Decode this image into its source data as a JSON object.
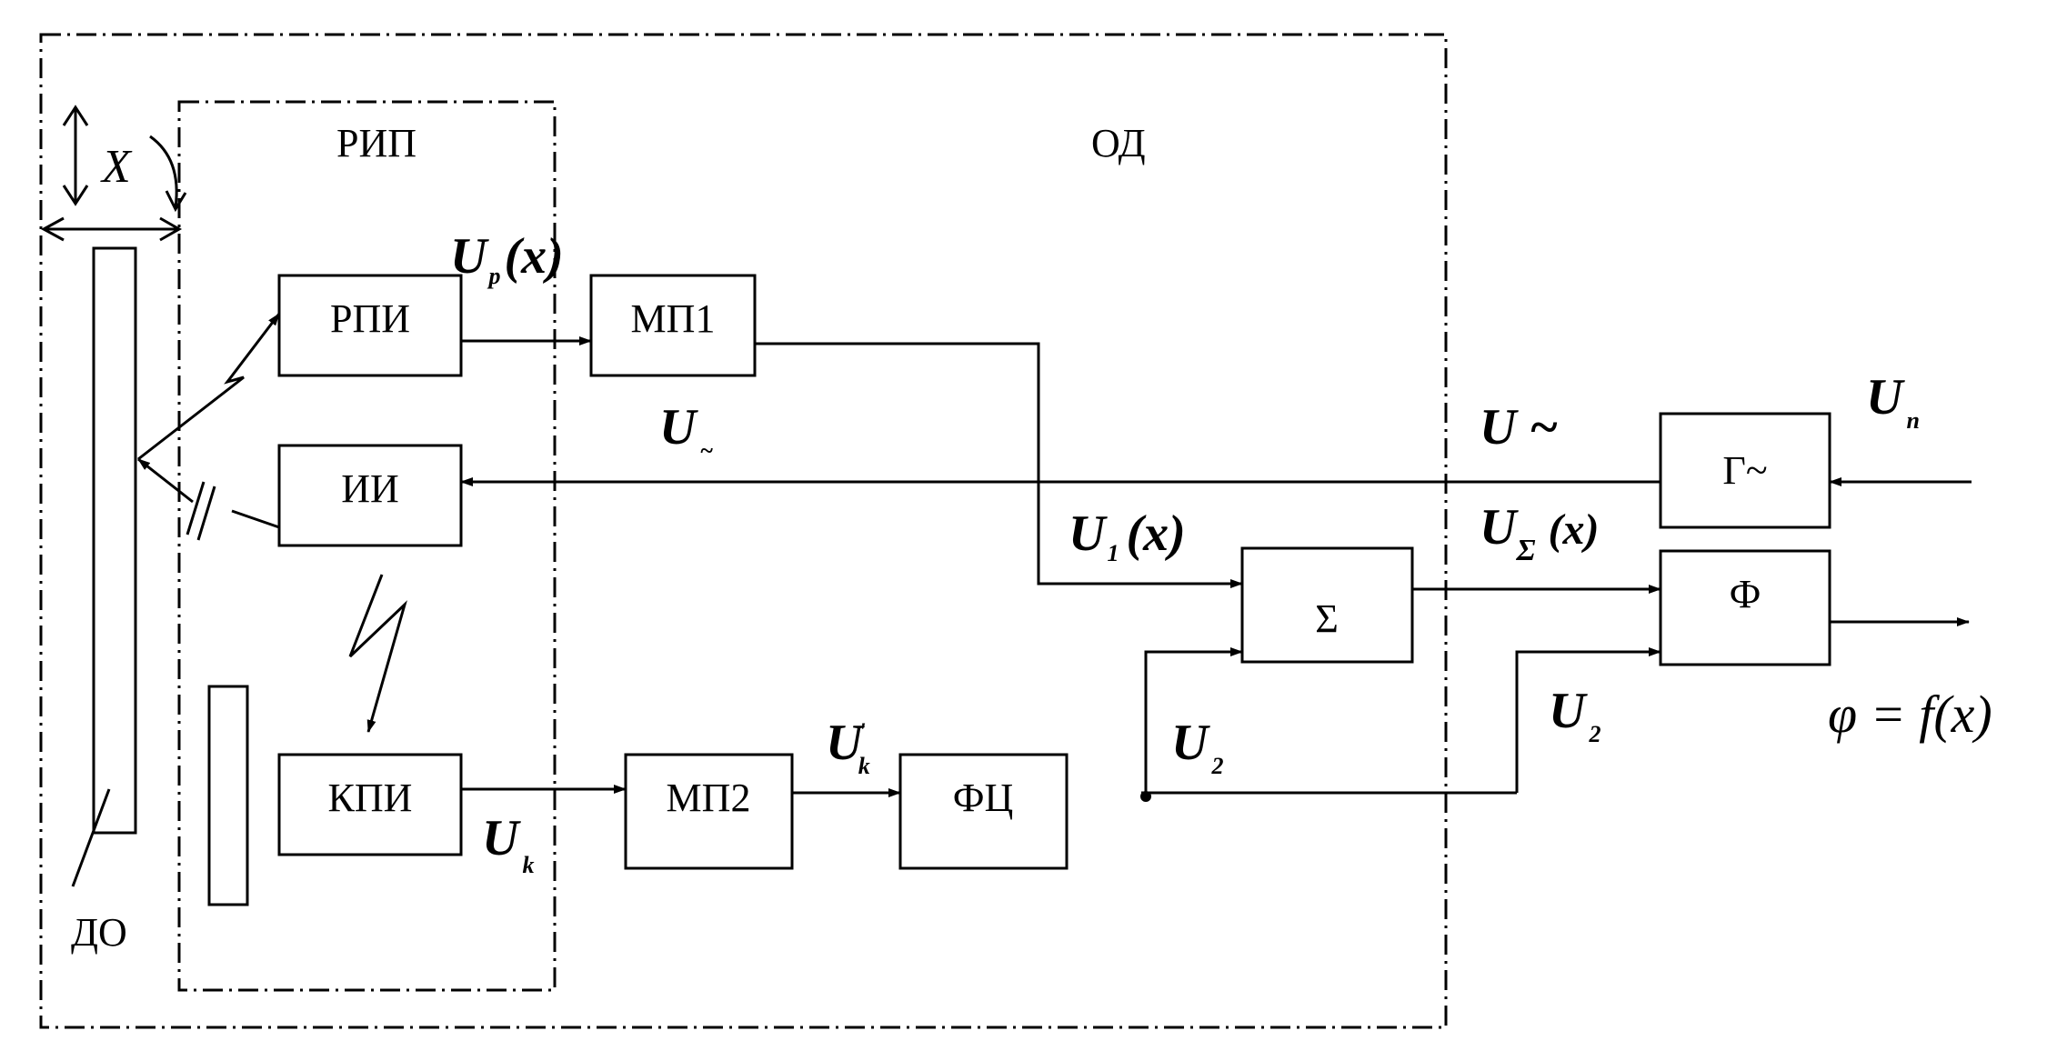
{
  "regions": {
    "rip": "РИП",
    "od": "ОД",
    "do": "ДО",
    "x_axis": "X"
  },
  "blocks": {
    "rpi": "РПИ",
    "mp1": "МП1",
    "ii": "ИИ",
    "kpi": "КПИ",
    "mp2": "МП2",
    "fc": "ФЦ",
    "sum": "Σ",
    "gen": "Г~",
    "phi": "Ф"
  },
  "signals": {
    "up_main": "U",
    "up_sub": "р",
    "up_arg": "(x)",
    "utilde_left_main": "U",
    "utilde_left_sub": "~",
    "utilde_right": "U ~",
    "un_main": "U",
    "un_sub": "n",
    "u1_main": "U",
    "u1_sub": "1",
    "u1_arg": "(x)",
    "usum_main": "U",
    "usum_sub": "Σ",
    "usum_arg": "(x)",
    "uk_main": "U",
    "uk_sub": "k",
    "ukp_main": "U",
    "ukp_sub": "k",
    "ukp_sup": "'",
    "u2a_main": "U",
    "u2a_sub": "2",
    "u2b_main": "U",
    "u2b_sub": "2",
    "output": "φ = f(x)"
  }
}
